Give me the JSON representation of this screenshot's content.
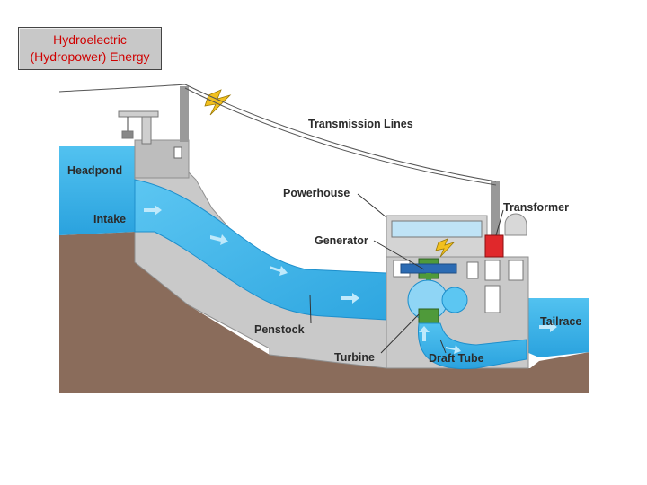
{
  "title": {
    "line1": "Hydroelectric",
    "line2": "(Hydropower) Energy"
  },
  "labels": {
    "transmission_lines": "Transmission Lines",
    "headpond": "Headpond",
    "intake": "Intake",
    "powerhouse": "Powerhouse",
    "generator": "Generator",
    "transformer": "Transformer",
    "penstock": "Penstock",
    "turbine": "Turbine",
    "draft_tube": "Draft Tube",
    "tailrace": "Tailrace"
  },
  "colors": {
    "water": "#3fb4ea",
    "water_dark": "#1e8fcc",
    "earth": "#8a6c5b",
    "concrete": "#c9c9c9",
    "concrete_dark": "#a8a8a8",
    "transformer": "#e0282b",
    "generator": "#4f9a3a",
    "title_text": "#d00000",
    "lightning": "#f2c01e"
  }
}
